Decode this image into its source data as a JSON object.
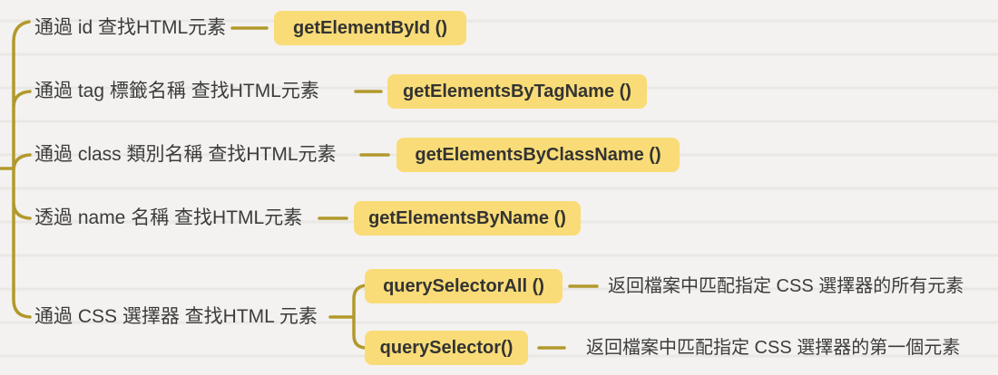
{
  "colors": {
    "background": "#f3f2f0",
    "ruled_line": "#e9e8e4",
    "connector": "#b2992c",
    "node_highlight": "#f9dc77",
    "label_text": "#3c3c3c",
    "method_text": "#333333"
  },
  "mindmap": {
    "branches": [
      {
        "label": "通過 id 查找HTML元素",
        "method": "getElementById ()"
      },
      {
        "label": "通過 tag 標籤名稱 查找HTML元素",
        "method": "getElementsByTagName ()"
      },
      {
        "label": "通過 class 類別名稱 查找HTML元素",
        "method": "getElementsByClassName ()"
      },
      {
        "label": "透過 name 名稱 查找HTML元素",
        "method": "getElementsByName ()"
      },
      {
        "label": "通過 CSS 選擇器 查找HTML 元素",
        "children": [
          {
            "method": "querySelectorAll ()",
            "description": "返回檔案中匹配指定 CSS 選擇器的所有元素"
          },
          {
            "method": "querySelector()",
            "description": "返回檔案中匹配指定 CSS 選擇器的第一個元素"
          }
        ]
      }
    ]
  }
}
